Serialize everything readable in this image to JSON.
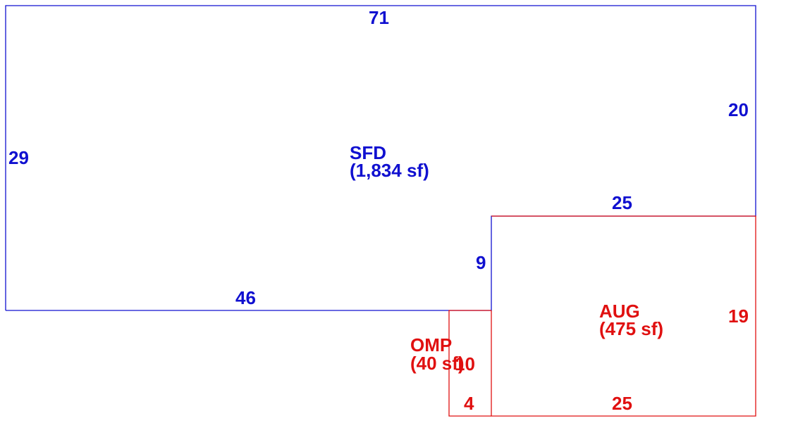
{
  "colors": {
    "sfd": "#1010d0",
    "addition": "#e01010",
    "background": "#ffffff"
  },
  "areas": {
    "sfd": {
      "name": "SFD",
      "area": "(1,834 sf)"
    },
    "aug": {
      "name": "AUG",
      "area": "(475 sf)"
    },
    "omp": {
      "name": "OMP",
      "area": "(40 sf)"
    }
  },
  "dimensions": {
    "sfd_top": "71",
    "sfd_right": "20",
    "sfd_left": "29",
    "sfd_step_top": "25",
    "sfd_step_side": "9",
    "sfd_bottom": "46",
    "aug_right": "19",
    "aug_bottom": "25",
    "omp_side": "10",
    "omp_bottom": "4"
  }
}
